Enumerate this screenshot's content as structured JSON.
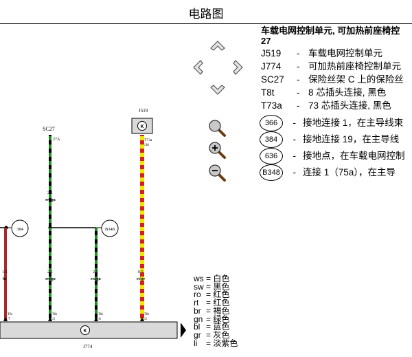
{
  "page_title": "电路图",
  "legend": {
    "title_line1": "车载电网控制单元, 可加热前座椅控",
    "title_line2": "27",
    "items": [
      {
        "code": "J519",
        "dash": "-",
        "text": "车载电网控制单元"
      },
      {
        "code": "J774",
        "dash": "-",
        "text": "可加热前座椅控制单元"
      },
      {
        "code": "SC27",
        "dash": "-",
        "text": "保险丝架 C 上的保险丝"
      },
      {
        "code": "T8t",
        "dash": "-",
        "text": "8 芯插头连接, 黑色"
      },
      {
        "code": "T73a",
        "dash": "-",
        "text": "73 芯插头连接, 黑色"
      }
    ],
    "connections": [
      {
        "code": "366",
        "dash": "-",
        "text": "接地连接 1，在主导线束"
      },
      {
        "code": "384",
        "dash": "-",
        "text": "接地连接 19，在主导线"
      },
      {
        "code": "636",
        "dash": "-",
        "text": "接地点，在车载电网控制"
      },
      {
        "code": "B348",
        "dash": "-",
        "text": "连接 1（75a），在主导"
      }
    ]
  },
  "colors": [
    {
      "code": "ws",
      "name": "白色"
    },
    {
      "code": "sw",
      "name": "黑色"
    },
    {
      "code": "ro",
      "name": "红色"
    },
    {
      "code": "rt",
      "name": "红色"
    },
    {
      "code": "br",
      "name": "褐色"
    },
    {
      "code": "gn",
      "name": "绿色"
    },
    {
      "code": "bl",
      "name": "蓝色"
    },
    {
      "code": "gr",
      "name": "灰色"
    },
    {
      "code": "li",
      "name": "淡紫色"
    }
  ],
  "diagram": {
    "sc27_label": "SC27",
    "sc27_pin": "27A",
    "j519_label": "J519",
    "j519_conn": "T73a",
    "j519_pin": "/36",
    "j774_label": "J774",
    "wire_size_top": "2.5",
    "wire_color_top": "sw/gn",
    "ground_384": "384",
    "conn_b348": "B348",
    "w1_size": "1.5",
    "w1_color": "br",
    "w2_size": "2.5",
    "w2_color": "sw/gn",
    "w3_size": "2.5",
    "w3_color": "sw/gn",
    "w4_size": "0.5",
    "w4_color": "rt/ge",
    "t8t_label": "T8t",
    "pin_7": "/7",
    "pin_3": "/3",
    "pin_6": "/6",
    "pin_2": "/2",
    "accent_red": "#c0392b",
    "accent_yellow": "#f2e600",
    "accent_green": "#1f8a1f"
  },
  "icons": [
    "arrow-up-icon",
    "arrow-left-icon",
    "arrow-right-icon",
    "arrow-down-icon",
    "zoom-fit-icon",
    "zoom-in-icon",
    "zoom-out-icon",
    "control-unit-icon"
  ]
}
